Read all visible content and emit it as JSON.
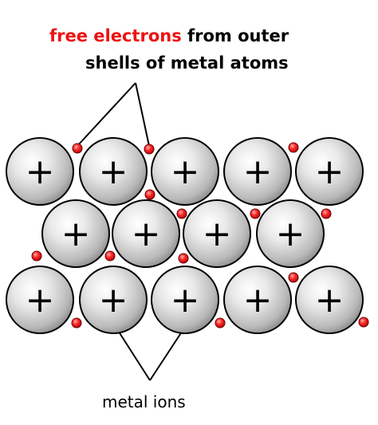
{
  "diagram": {
    "free_electrons_label": "free electrons",
    "from_outer_label": " from outer",
    "shells_label": "shells of metal atoms",
    "metal_ions_label": "metal ions",
    "ion_symbol": "+",
    "colors": {
      "free_electrons_text": "#ee1111",
      "label_text": "#000000",
      "ion_fill_light": "#ffffff",
      "ion_fill_dark": "#7a7a7a",
      "ion_outline": "#000000",
      "electron_fill": "#ff2a2a",
      "electron_dark": "#a00000",
      "pointer_lines": "#000000"
    }
  }
}
